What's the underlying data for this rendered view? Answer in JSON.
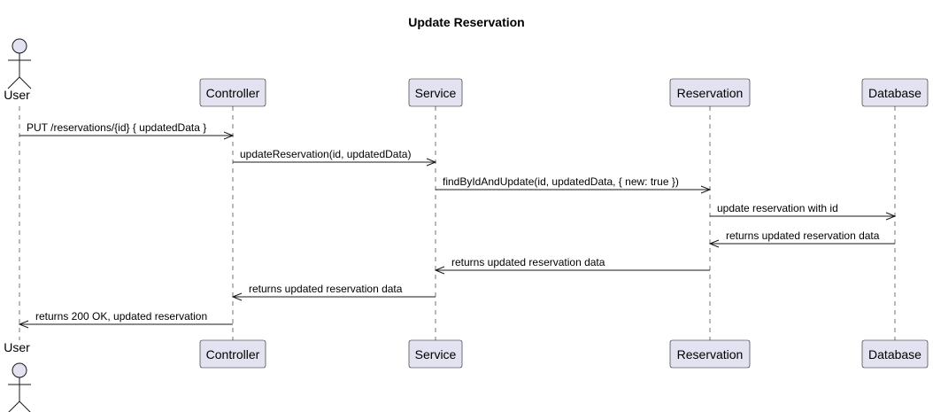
{
  "title": "Update Reservation",
  "participants": [
    {
      "id": "user",
      "label": "User",
      "kind": "actor"
    },
    {
      "id": "controller",
      "label": "Controller",
      "kind": "participant"
    },
    {
      "id": "service",
      "label": "Service",
      "kind": "participant"
    },
    {
      "id": "reservation",
      "label": "Reservation",
      "kind": "participant"
    },
    {
      "id": "database",
      "label": "Database",
      "kind": "participant"
    }
  ],
  "messages": [
    {
      "from": "user",
      "to": "controller",
      "label": "PUT /reservations/{id} { updatedData }",
      "kind": "call"
    },
    {
      "from": "controller",
      "to": "service",
      "label": "updateReservation(id, updatedData)",
      "kind": "call"
    },
    {
      "from": "service",
      "to": "reservation",
      "label": "findByIdAndUpdate(id, updatedData, { new: true })",
      "kind": "call"
    },
    {
      "from": "reservation",
      "to": "database",
      "label": "update reservation with id",
      "kind": "call"
    },
    {
      "from": "database",
      "to": "reservation",
      "label": "returns updated reservation data",
      "kind": "return"
    },
    {
      "from": "reservation",
      "to": "service",
      "label": "returns updated reservation data",
      "kind": "return"
    },
    {
      "from": "service",
      "to": "controller",
      "label": "returns updated reservation data",
      "kind": "return"
    },
    {
      "from": "controller",
      "to": "user",
      "label": "returns 200 OK, updated reservation",
      "kind": "return"
    }
  ],
  "colors": {
    "participant_fill": "#E2E2F0",
    "line": "#181818"
  }
}
